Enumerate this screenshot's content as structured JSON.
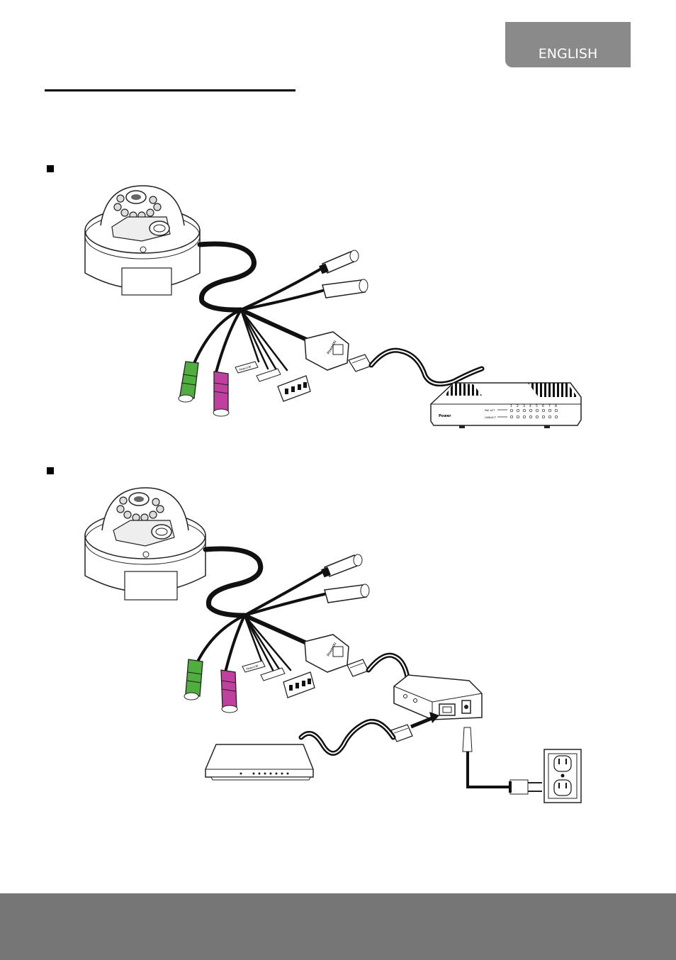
{
  "header": {
    "language_tab": "ENGLISH"
  },
  "colors": {
    "tab_bg": "#8a8a8a",
    "footer_bg": "#767676",
    "audio_in_connector": "#4fae3f",
    "audio_out_connector": "#c040a0"
  },
  "diagram1": {
    "switch_power_label": "Power",
    "switch_row1_label": "PoE ACT",
    "switch_row2_label": "LINK/ACT",
    "port_numbers": [
      "1",
      "2",
      "3",
      "4",
      "5",
      "6",
      "7",
      "8"
    ],
    "terminal_tag_label": "Power/AI",
    "coupler_label": "Power/AI"
  },
  "diagram2": {
    "terminal_tag_label": "Power/AI",
    "coupler_label": "Power/AI"
  }
}
